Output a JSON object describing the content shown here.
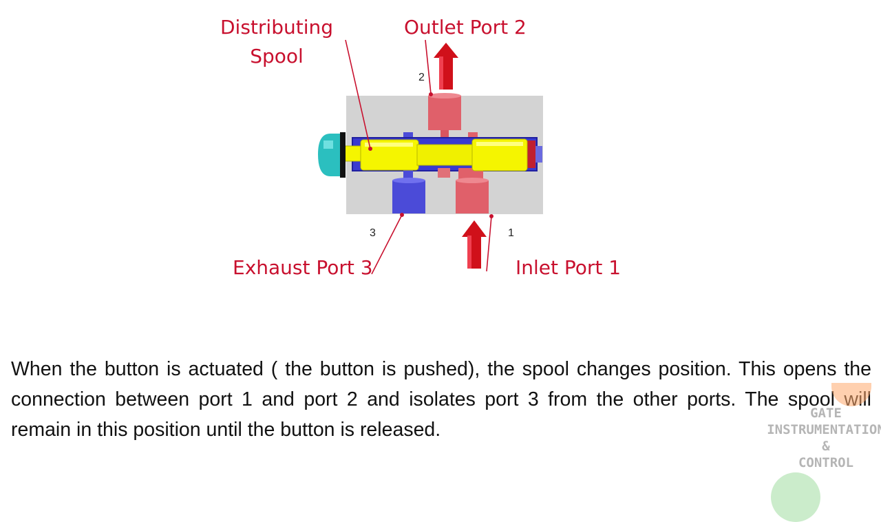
{
  "labels": {
    "distributing_spool": [
      "Distributing",
      "Spool"
    ],
    "outlet_port": "Outlet Port 2",
    "exhaust_port": "Exhaust Port 3",
    "inlet_port": "Inlet Port 1"
  },
  "port_numbers": {
    "port2": "2",
    "port3": "3",
    "port1": "1"
  },
  "caption_lines": [
    "When the button is actuated ( the button is pushed), the spool changes position. This",
    "opens the connection between port 1 and port 2 and isolates port 3 from the other ports.",
    "The spool will remain in this position until the button is released."
  ],
  "watermark": [
    "GATE",
    "INSTRUMENTATION",
    "&",
    "CONTROL"
  ],
  "colors": {
    "label": "#c8102e",
    "body": "#d3d3d3",
    "spool": "#f5f500",
    "pressure_port": "#e0606a",
    "exhaust_port": "#4b4bd8",
    "button": "#2bbfbf",
    "flow_arrow": "#d0101a"
  }
}
